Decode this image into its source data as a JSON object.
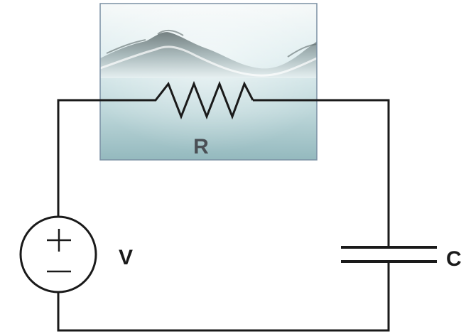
{
  "diagram": {
    "type": "RC circuit",
    "components": [
      {
        "id": "R",
        "kind": "resistor",
        "label": "R"
      },
      {
        "id": "V",
        "kind": "voltage-source",
        "label": "V",
        "positive_symbol": "+",
        "negative_symbol": "−"
      },
      {
        "id": "C",
        "kind": "capacitor",
        "label": "C"
      }
    ],
    "resistor_background": "water-wave-photo",
    "colors": {
      "wire": "#1a1a1a",
      "water_top": "#f2f7f7",
      "water_mid": "#c9e2e4",
      "water_bottom": "#8fb6bb",
      "wave_crest": "#6f7f80",
      "frame": "#7a8fa3"
    }
  }
}
